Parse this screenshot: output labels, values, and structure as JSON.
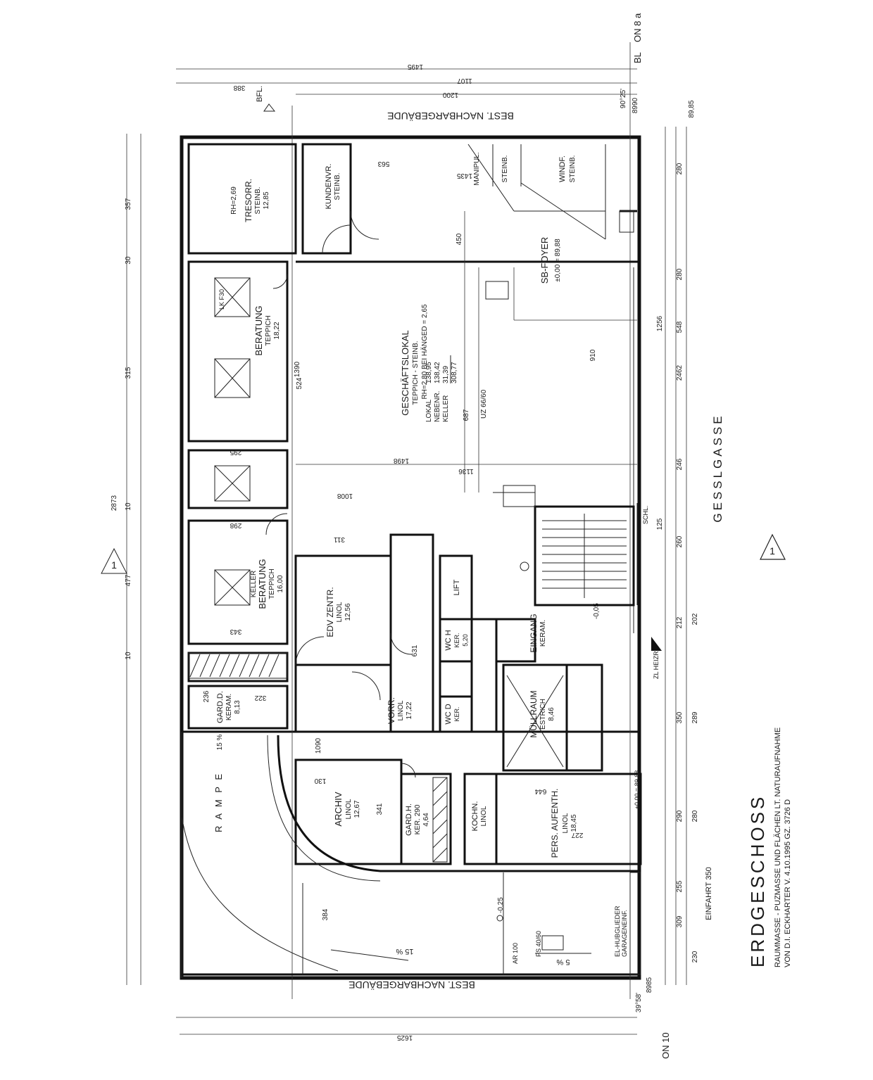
{
  "title": {
    "heading": "ERDGESCHOSS",
    "line1": "RAUMMASSE - PUZMASSE UND FLÄCHEN LT. NATURAUFNAHME",
    "line2": "VON D.I. ECKHARTER V. 4.10.1995  GZ. 3726 D"
  },
  "streets": {
    "main": "GESSLGASSE",
    "neighbor_top": "BEST. NACHBARGEBÄUDE",
    "neighbor_bottom": "BEST. NACHBARGEBÄUDE",
    "entrance": "EINFAHRT 350",
    "ramp": "R A M P E",
    "ramp_slope": "15 %",
    "slope_a": "15 %",
    "slope_b": "5 %"
  },
  "markers": {
    "section_left": "1",
    "section_right": "1",
    "bfl": "BFL.",
    "on_top": "ON 8 a",
    "bl": "BL",
    "on_bottom": "ON 10"
  },
  "rooms": [
    {
      "name": "TRESORR.",
      "sub": "STEINB.",
      "area": "12,85",
      "extra": "RH=2,69"
    },
    {
      "name": "KUNDENVR.",
      "sub": "STEINB."
    },
    {
      "name": "BERATUNG",
      "sub": "TEPPICH",
      "area": "18,22"
    },
    {
      "name": "BERATUNG",
      "sub": "TEPPICH",
      "area": "16,00",
      "extra": "KELLER"
    },
    {
      "name": "GARD.D.",
      "sub": "KERAM.",
      "area": "8,13"
    },
    {
      "name": "GESCHÄFTSLOKAL",
      "sub": "TEPPICH - STEINB.",
      "extra": "RH=2,80  BEI HÄNGED = 2,65"
    },
    {
      "name": "SB-FOYER",
      "area": "±0,00 = 89,88"
    },
    {
      "name": "EDV ZENTR.",
      "sub": "LINOL",
      "area": "12,56"
    },
    {
      "name": "VORR.",
      "sub": "LINOL",
      "area": "17,22"
    },
    {
      "name": "ARCHIV",
      "sub": "LINOL",
      "area": "12,67"
    },
    {
      "name": "GARD.H.",
      "sub": "KER. 290",
      "area": "4,64"
    },
    {
      "name": "KOCHN.",
      "sub": "LINOL"
    },
    {
      "name": "PERS. AUFENTH.",
      "sub": "LINOL",
      "area": "18,45"
    },
    {
      "name": "MÜLLRAUM",
      "sub": "ESTRICH",
      "area": "8,46"
    },
    {
      "name": "EINGANG",
      "sub": "KERAM."
    },
    {
      "name": "WC H",
      "sub": "KER.",
      "area": "5,20"
    },
    {
      "name": "WC D",
      "sub": "KER."
    },
    {
      "name": "LIFT"
    },
    {
      "name": "WINDF.",
      "sub": "STEINB."
    },
    {
      "name": "MANIPUL."
    },
    {
      "name": "STEINB."
    }
  ],
  "areas_table": {
    "rows": [
      {
        "label": "LOKAL",
        "value": "138,95"
      },
      {
        "label": "NEBENR.",
        "value": "138,42"
      },
      {
        "label": "KELLER",
        "value": "31,39"
      },
      {
        "label": "",
        "value": "308,77"
      }
    ]
  },
  "dimensions": {
    "top_row": [
      "1495",
      "1107",
      "388",
      "1200"
    ],
    "left_col": [
      "357",
      "315",
      "2873",
      "477",
      "30",
      "10",
      "10"
    ],
    "right_col": [
      "280",
      "280",
      "1256",
      "548",
      "2462",
      "246",
      "260",
      "125",
      "212",
      "202",
      "350",
      "289",
      "290",
      "280",
      "255",
      "309",
      "230"
    ],
    "bottom": "1625",
    "misc": [
      "1435",
      "563",
      "450",
      "910",
      "687",
      "1498",
      "1390",
      "1008",
      "1136",
      "524",
      "631",
      "311",
      "343",
      "298",
      "295",
      "236",
      "322",
      "384",
      "341",
      "130",
      "1090",
      "644",
      "227",
      "8990",
      "8985",
      "89,85",
      "39°58'",
      "90°25'"
    ]
  },
  "labels": {
    "garage": "GARAGENEINF.",
    "el_hubglieder": "EL-HUBGLIEDER",
    "heizr": "ZL HEIZR",
    "schl": "SCHL.",
    "uz": "UZ 66/60",
    "lk": "LK F30",
    "ps": "PS 40/60",
    "ar": "AR 100",
    "level_025": "-0,25",
    "level_005": "-0,05",
    "level_000": "±0,00 = 89,88"
  }
}
